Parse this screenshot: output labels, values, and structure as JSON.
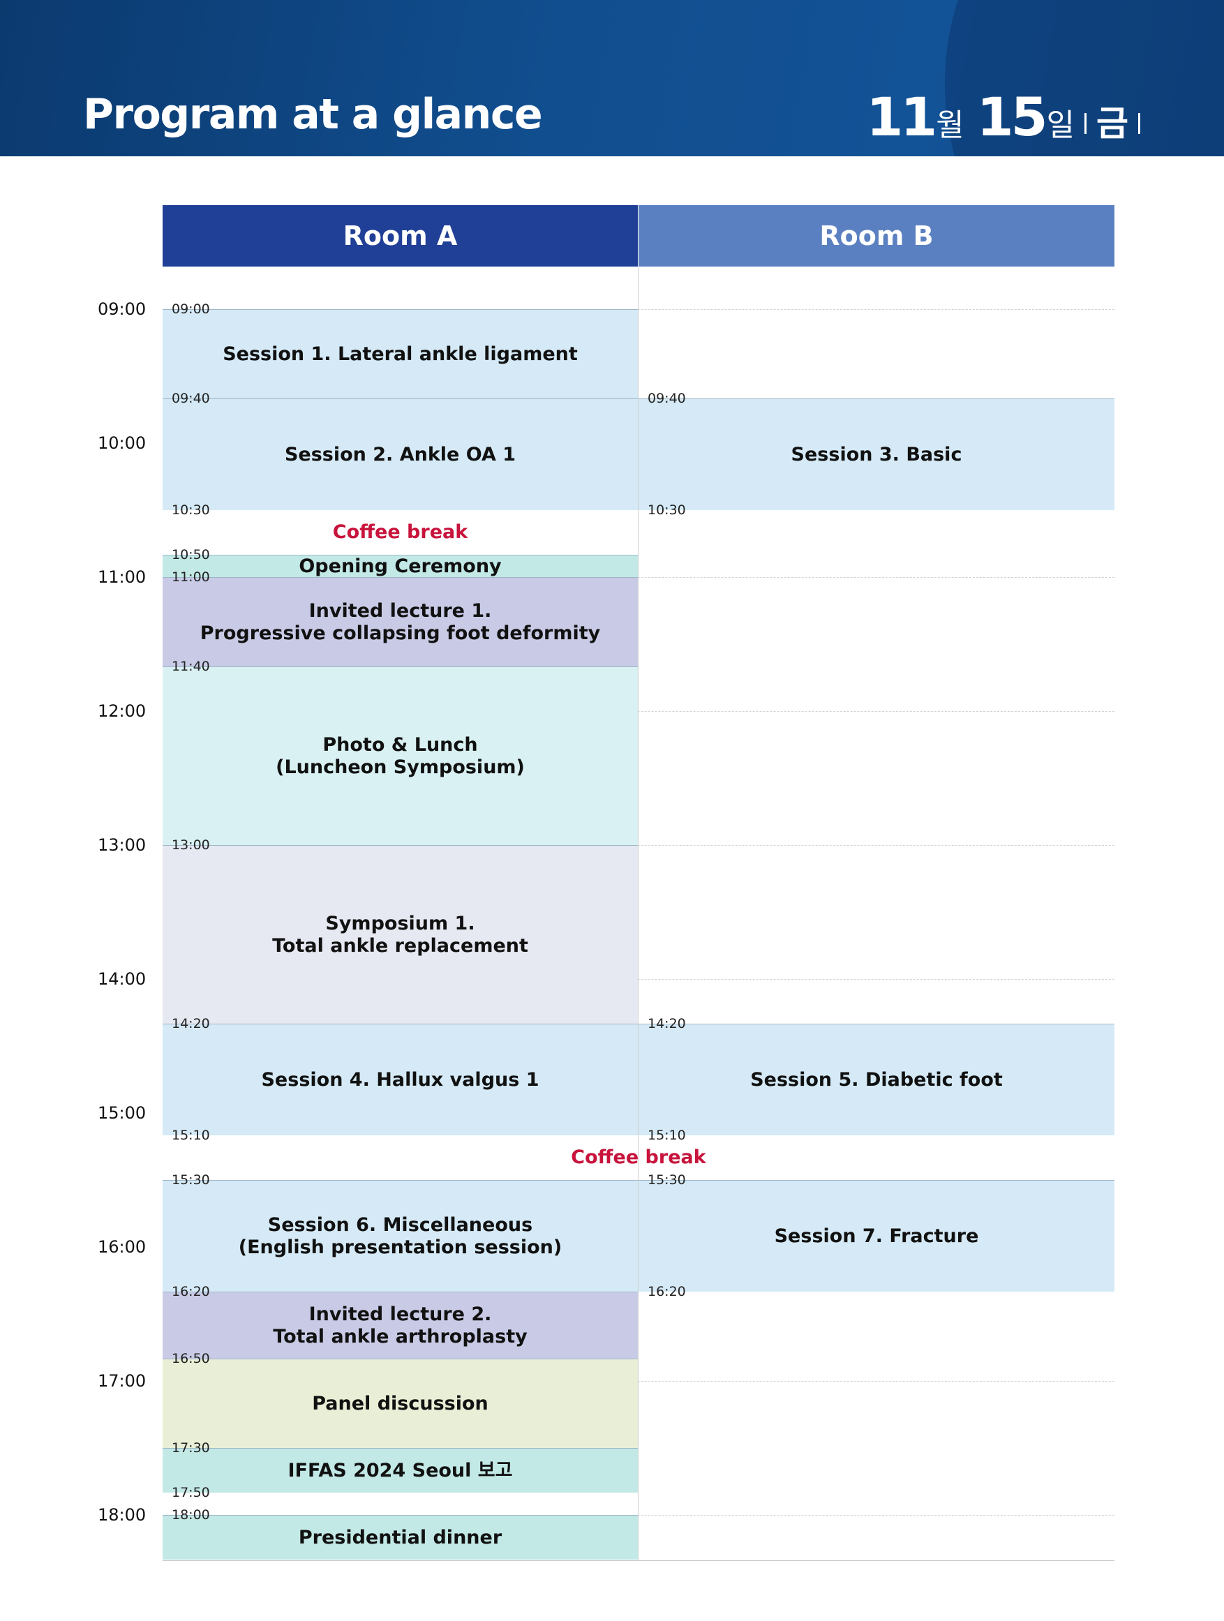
{
  "header": {
    "title": "Program at a glance",
    "date": {
      "month": "11",
      "month_unit": "월",
      "day": "15",
      "day_unit": "일",
      "weekday": "금"
    }
  },
  "rooms": {
    "room_a": "Room A",
    "room_b": "Room B"
  },
  "hours": [
    "09:00",
    "10:00",
    "11:00",
    "12:00",
    "13:00",
    "14:00",
    "15:00",
    "16:00",
    "17:00",
    "18:00"
  ],
  "room_a": [
    {
      "start": "09:00",
      "end": "09:40",
      "title": "Session 1. Lateral ankle ligament",
      "kind": "session"
    },
    {
      "start": "09:40",
      "end": "10:30",
      "title": "Session 2. Ankle OA 1",
      "kind": "session",
      "end_label": "10:30"
    },
    {
      "start": "10:50",
      "end": "11:00",
      "title": "Opening Ceremony",
      "kind": "ceremony"
    },
    {
      "start": "11:00",
      "end": "11:40",
      "title": "Invited lecture 1.\nProgressive collapsing foot deformity",
      "kind": "invited"
    },
    {
      "start": "11:40",
      "end": "13:00",
      "title": "Photo & Lunch\n(Luncheon Symposium)",
      "kind": "lunch"
    },
    {
      "start": "13:00",
      "end": "14:20",
      "title": "Symposium 1.\nTotal ankle replacement",
      "kind": "symposium"
    },
    {
      "start": "14:20",
      "end": "15:10",
      "title": "Session 4. Hallux valgus 1",
      "kind": "session",
      "end_label": "15:10"
    },
    {
      "start": "15:30",
      "end": "16:20",
      "title": "Session 6. Miscellaneous\n(English presentation session)",
      "kind": "session"
    },
    {
      "start": "16:20",
      "end": "16:50",
      "title": "Invited lecture 2.\nTotal ankle arthroplasty",
      "kind": "invited"
    },
    {
      "start": "16:50",
      "end": "17:30",
      "title": "Panel discussion",
      "kind": "panel"
    },
    {
      "start": "17:30",
      "end": "17:50",
      "title": "IFFAS 2024 Seoul 보고",
      "kind": "iffas",
      "end_label": "17:50"
    },
    {
      "start": "18:00",
      "end": "18:20",
      "title": "Presidential dinner",
      "kind": "dinner"
    }
  ],
  "room_b": [
    {
      "start": "09:40",
      "end": "10:30",
      "title": "Session 3. Basic",
      "kind": "session",
      "end_label": "10:30"
    },
    {
      "start": "14:20",
      "end": "15:10",
      "title": "Session 5. Diabetic foot",
      "kind": "session",
      "end_label": "15:10"
    },
    {
      "start": "15:30",
      "end": "16:20",
      "title": "Session 7. Fracture",
      "kind": "session",
      "end_label": "16:20"
    }
  ],
  "breaks": [
    {
      "label": "Coffee break",
      "time": "10:40",
      "scope": "room_a"
    },
    {
      "label": "Coffee break",
      "time": "15:20",
      "scope": "both"
    }
  ],
  "colors": {
    "header_bg": "#114e8f",
    "room_a_header": "#203f96",
    "room_b_header": "#5b80c1",
    "session": "#d5eaf6",
    "ceremony": "#c2e9e6",
    "invited": "#c9cbe6",
    "lunch": "#d9f1f2",
    "symposium": "#e6e9f1",
    "panel": "#e9efd6",
    "iffas": "#c2e9e6",
    "dinner": "#c2e9e6",
    "coffee_break_text": "#c8143c"
  }
}
